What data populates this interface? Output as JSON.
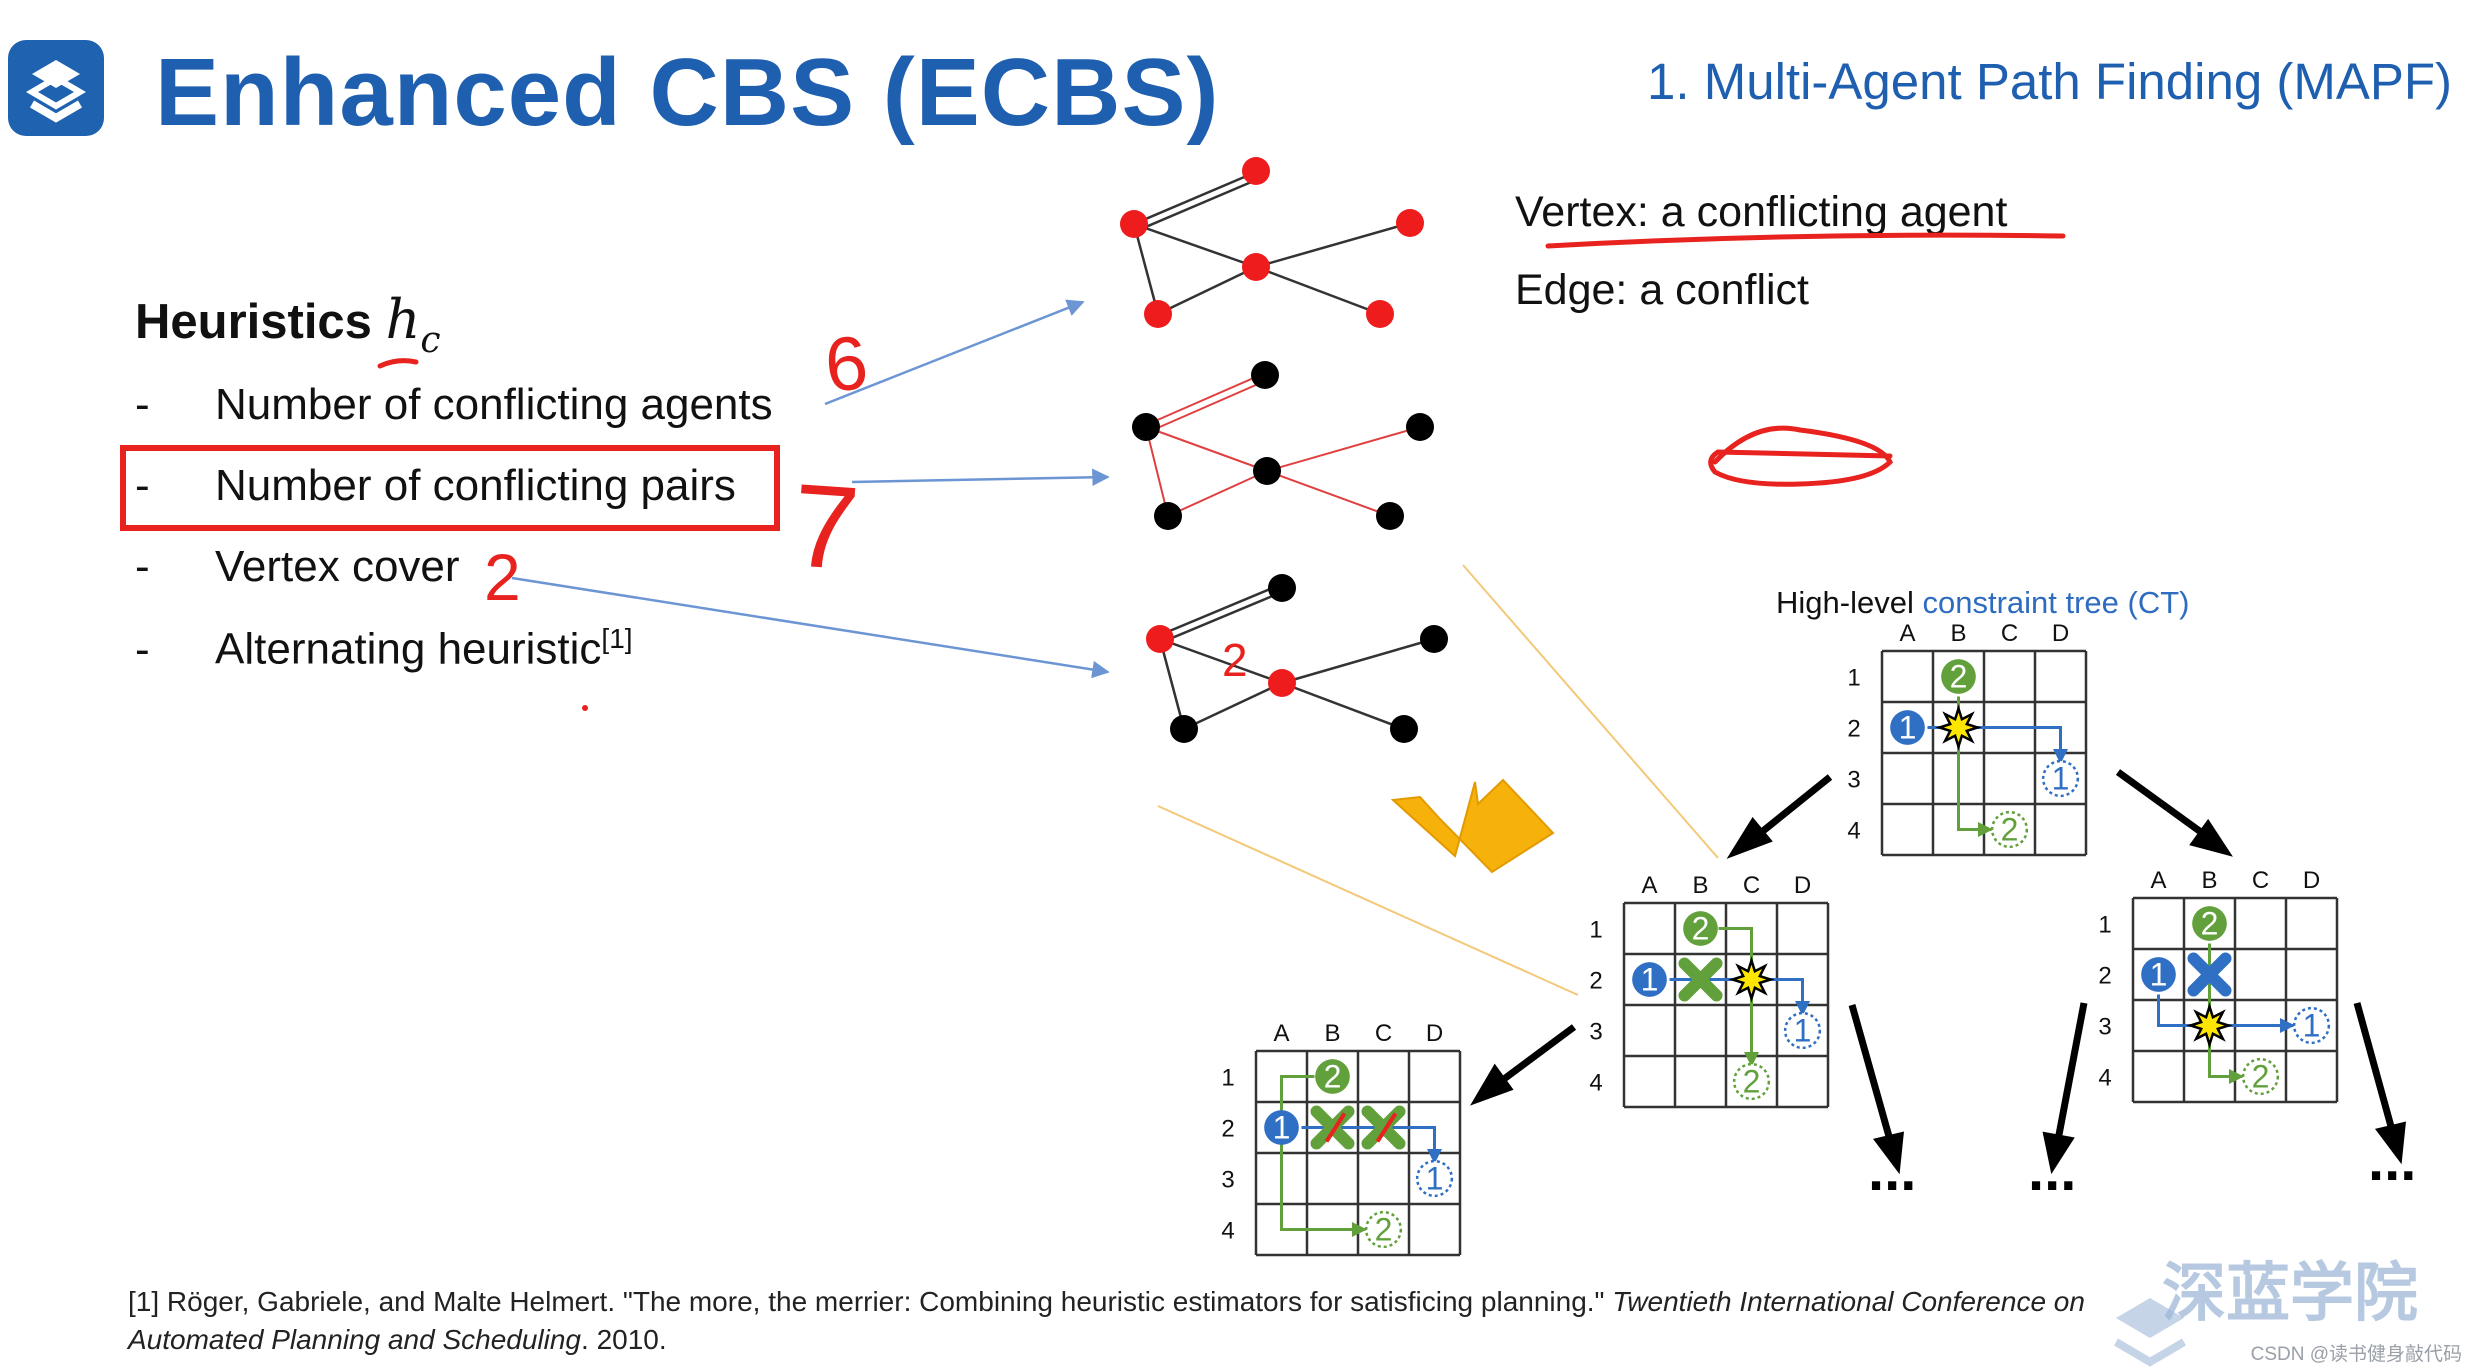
{
  "title": "Enhanced CBS (ECBS)",
  "section": "1. Multi-Agent Path Finding (MAPF)",
  "heuristics": {
    "label": "Heuristics",
    "symbol": "h",
    "subscript": "c",
    "items": [
      {
        "dash": "-",
        "text": "Number of conflicting agents",
        "sup": ""
      },
      {
        "dash": "-",
        "text": "Number of conflicting pairs",
        "sup": ""
      },
      {
        "dash": "-",
        "text": "Vertex cover",
        "sup": ""
      },
      {
        "dash": "-",
        "text": "Alternating heuristic",
        "sup": "[1]"
      }
    ]
  },
  "legend": {
    "vertex": "Vertex: a conflicting agent",
    "edge": "Edge: a conflict"
  },
  "ct": {
    "title_black": "High-level",
    "title_blue": "constraint tree (CT)",
    "columns": [
      "A",
      "B",
      "C",
      "D"
    ],
    "rows": [
      "1",
      "2",
      "3",
      "4"
    ],
    "agent1": "1",
    "agent2": "2",
    "ellipsis": "..."
  },
  "annotations": {
    "six": "6",
    "seven": "7",
    "two_a": "2",
    "two_b": "2"
  },
  "reference": {
    "line1_plain": "[1] Röger, Gabriele, and Malte Helmert. \"The more, the merrier: Combining heuristic estimators for satisficing planning.\" ",
    "line1_italic": "Twentieth International Conference on",
    "line2_italic": "Automated Planning and Scheduling",
    "line2_plain": ". 2010."
  },
  "watermark": {
    "brand": "深蓝学院",
    "csdn": "CSDN @读书健身敲代码"
  },
  "colors": {
    "blue": "#1f5fb0",
    "red": "#e8221e",
    "agent1": "#2f6fc4",
    "agent2": "#62a03c",
    "orange": "#f2b705"
  }
}
